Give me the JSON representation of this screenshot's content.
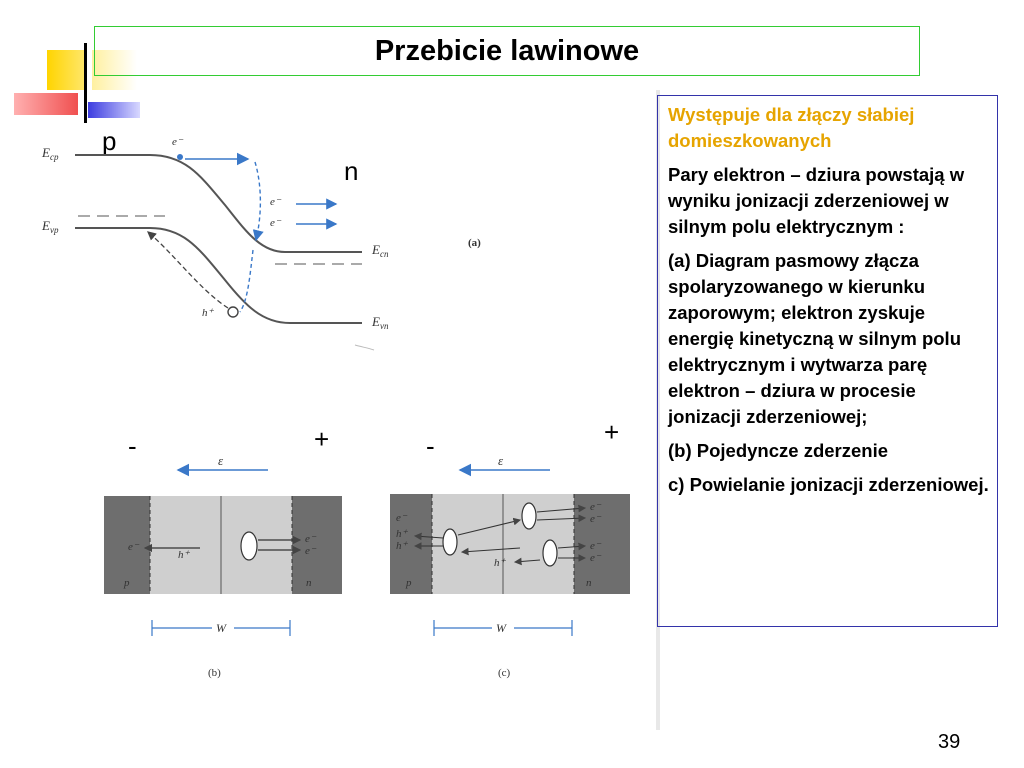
{
  "slide": {
    "title": "Przebicie lawinowe",
    "page_number": "39"
  },
  "figure": {
    "label_p": "p",
    "label_n": "n",
    "panel_a": {
      "tag": "(a)",
      "ecp": "E",
      "ecp_sub": "cp",
      "evp": "E",
      "evp_sub": "vp",
      "ecn": "E",
      "ecn_sub": "cn",
      "evn": "E",
      "evn_sub": "vn",
      "electron": "e⁻",
      "hole": "h⁺"
    },
    "panel_b": {
      "tag": "(b)",
      "minus": "-",
      "plus": "+",
      "field": "ε",
      "width": "W",
      "p": "p",
      "n": "n",
      "e_left": "e⁻",
      "h": "h⁺",
      "e_right1": "e⁻",
      "e_right2": "e⁻"
    },
    "panel_c": {
      "tag": "(c)",
      "minus": "-",
      "plus": "+",
      "field": "ε",
      "width": "W",
      "p": "p",
      "n": "n",
      "e": "e⁻",
      "h": "h⁺"
    }
  },
  "textbox": {
    "highlight": "Występuje dla złączy słabiej domieszkowanych",
    "para1": "Pary elektron – dziura powstają w wyniku jonizacji zderzeniowej w silnym polu elektrycznym :",
    "para2": "(a) Diagram pasmowy złącza spolaryzowanego w kierunku zaporowym; elektron zyskuje energię kinetyczną w silnym polu elektrycznym i wytwarza parę elektron – dziura w procesie jonizacji zderzeniowej;",
    "para3": "(b) Pojedyncze zderzenie",
    "para4": "c) Powielanie jonizacji zderzeniowej."
  },
  "colors": {
    "title_border": "#33cc33",
    "textbox_border": "#3333aa",
    "highlight_text": "#e6a400",
    "arrow_blue": "#3a78c8",
    "deco_yellow": "#ffd400",
    "deco_red": "#f05050",
    "deco_blue": "#3c3ce0"
  }
}
